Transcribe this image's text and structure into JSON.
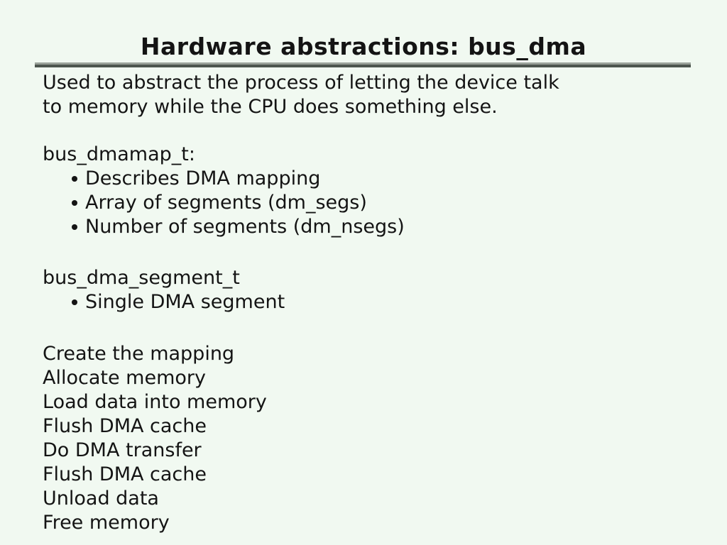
{
  "slide": {
    "title": "Hardware abstractions: bus_dma",
    "intro": {
      "line1": "Used to abstract the process of letting the device talk",
      "line2": "to memory while the CPU does something else."
    },
    "dmamap": {
      "heading": "bus_dmamap_t:",
      "bullets": [
        "Describes DMA mapping",
        "Array of segments (dm_segs)",
        "Number of segments (dm_nsegs)"
      ]
    },
    "segment": {
      "heading": "bus_dma_segment_t",
      "bullets": [
        "Single DMA segment"
      ]
    },
    "steps": [
      "Create the mapping",
      "Allocate memory",
      "Load data into memory",
      "Flush DMA cache",
      "Do DMA transfer",
      "Flush DMA cache",
      "Unload data",
      "Free memory"
    ]
  },
  "colors": {
    "background": "#f1f9f1",
    "text": "#141414",
    "rule_top": "#9aa29a",
    "rule_bottom": "#4d564f"
  }
}
